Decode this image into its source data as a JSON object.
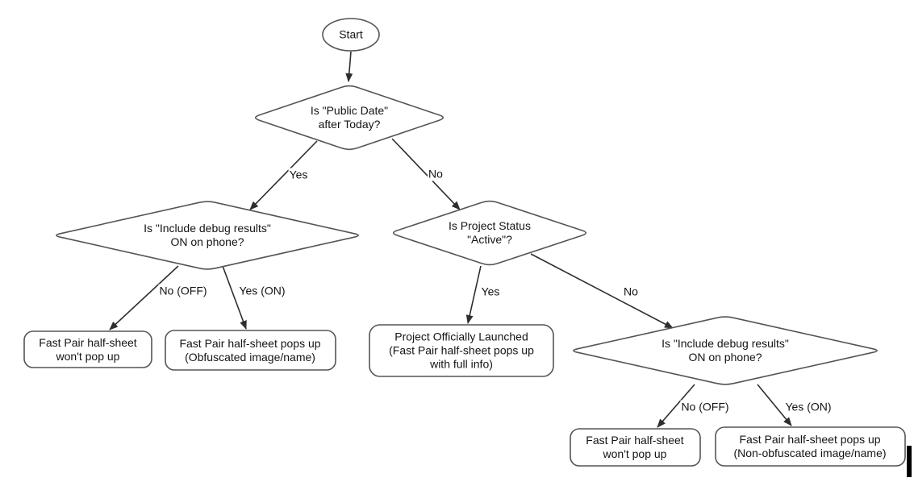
{
  "flowchart": {
    "nodes": {
      "start": "Start",
      "decision_public_date": "Is \"Public Date\"\nafter Today?",
      "decision_debug_left": "Is \"Include debug results\"\nON on phone?",
      "decision_project_status": "Is Project Status\n\"Active\"?",
      "decision_debug_right": "Is \"Include debug results\"\nON on phone?",
      "outcome_no_popup_left": "Fast Pair half-sheet\nwon't pop up",
      "outcome_obfuscated": "Fast Pair half-sheet pops up\n(Obfuscated image/name)",
      "outcome_launched": "Project Officially Launched\n(Fast Pair half-sheet pops up\nwith full info)",
      "outcome_no_popup_right": "Fast Pair half-sheet\nwon't pop up",
      "outcome_non_obfuscated": "Fast Pair half-sheet pops up\n(Non-obfuscated image/name)"
    },
    "edge_labels": {
      "yes_public_date": "Yes",
      "no_public_date": "No",
      "no_off_left": "No (OFF)",
      "yes_on_left": "Yes (ON)",
      "yes_active": "Yes",
      "no_active": "No",
      "no_off_right": "No (OFF)",
      "yes_on_right": "Yes (ON)"
    },
    "colors": {
      "shape_stroke": "#555555",
      "arrow_stroke": "#2e2e2e",
      "text": "#141414",
      "background": "#ffffff",
      "cursor_artifact": "#000000"
    }
  }
}
